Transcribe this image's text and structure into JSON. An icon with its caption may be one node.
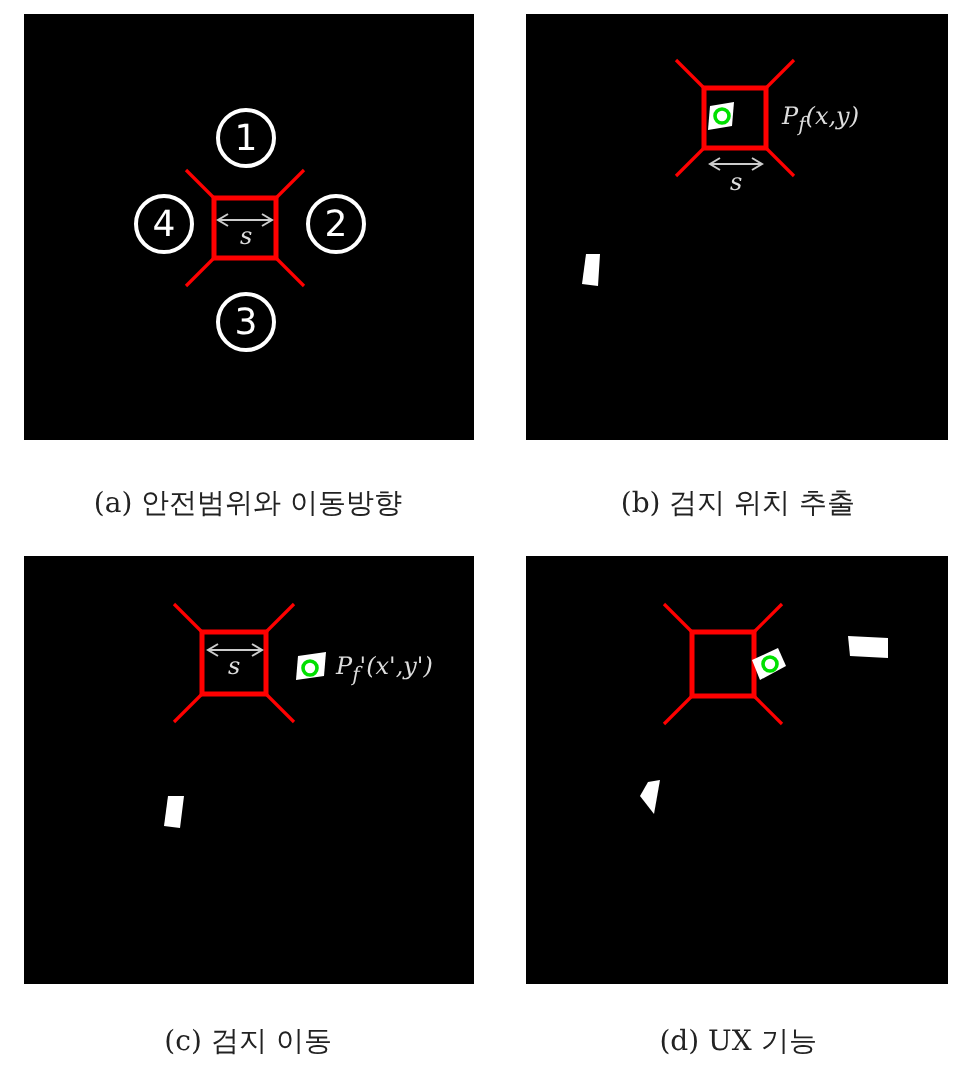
{
  "diagram": {
    "nodes": [
      {
        "text": [
          "1"
        ]
      },
      {
        "text": [
          "4"
        ]
      },
      {
        "text": [
          "2"
        ]
      },
      {
        "text": [
          "3"
        ]
      }
    ],
    "labels": [
      "s",
      "P$_{f}$(x,y)",
      "s",
      "(a) 안전범위와 이동방향",
      "(b) 검지 위치 추출",
      "s",
      "P$_{f}$'(x',y')",
      "(c) 검지 이동",
      "(d) UX 기능"
    ]
  }
}
